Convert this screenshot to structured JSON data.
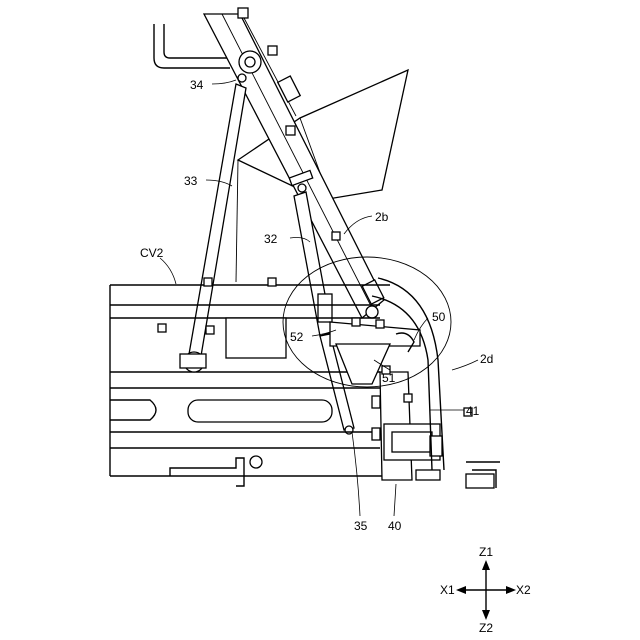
{
  "figure": {
    "labels": {
      "l34": "34",
      "l33": "33",
      "l32": "32",
      "l2b": "2b",
      "lcv2": "CV2",
      "l52": "52",
      "l50": "50",
      "l51": "51",
      "l2d": "2d",
      "l41": "41",
      "l35": "35",
      "l40": "40"
    },
    "axes": {
      "z1": "Z1",
      "z2": "Z2",
      "x1": "X1",
      "x2": "X2"
    }
  }
}
